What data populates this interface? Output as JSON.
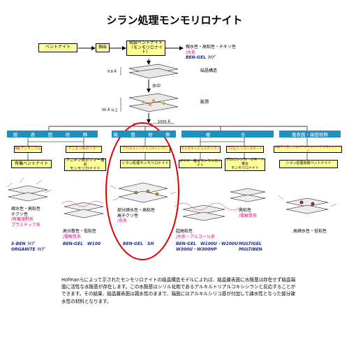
{
  "title": "シラン処理モンモリロナイト",
  "flow": {
    "bentonite": "ベントナイト",
    "extract": "抽出",
    "refined_line1": "精製ベントナイト",
    "refined_line2": "（モンモリロナイト）",
    "refined_props_line1": "親水性・高粘性・チキソ性",
    "refined_props_line2": "/水系",
    "refined_props_line3": "BEN-GEL ﾗｲﾌﾟ",
    "crystal": "結晶構造",
    "d1": "9.8 Å",
    "water": "水中",
    "swelling": "膨潤",
    "d2": "50 Å 以上",
    "d3": "1000 Å"
  },
  "categories": {
    "cat1": "層　表　面　修　飾",
    "cat2": "端　面　修　飾",
    "cat3": "複　　　合",
    "cat4": "層表面・端面修飾"
  },
  "reagents": {
    "r1": "4級アンモニウム",
    "r2": "アニオン系ポリマー",
    "r3": "アルキルトリアルコキシシラン",
    "r4": "カルボキシビニルポリマー",
    "r5": "プロピレンカーボネート",
    "r6": "4級アンモニウム+アルキルトリアルコキシシラン"
  },
  "products": {
    "p1": "有機ベントナイト",
    "p2_line1": "アニオン系ポリマー複合",
    "p2_line2": "モンモリロナイト",
    "p3": "シラン処理モンモリロナイト",
    "p4": "ポリマー複合モンモリロナイト",
    "p5_line1": "プロピレンカーボネート複合",
    "p5_line2": "モンモリロナイト",
    "p6": "シラン処理有機ベントナイト"
  },
  "properties": {
    "g1": [
      "疎水性・高粘性",
      "チクソ性",
      "/有機溶剤系",
      "プラスチック系"
    ],
    "g1_products": [
      "S-BEN ﾗｲﾌﾟ",
      "ORGANITE ﾗｲﾌﾟ"
    ],
    "g2": [
      "高分散性・低粘性",
      "/電解質系"
    ],
    "g2_products": [
      "BEN-GEL　W100"
    ],
    "g3": [
      "部分疎水性・高粘性",
      "高チクソ性",
      "/水系"
    ],
    "g3_products": [
      "BEN-GEL　SH"
    ],
    "g4": [
      "超高粘性",
      "/水系・アルコール系"
    ],
    "g4_products": [
      "BEN-GEL　W100U・W200U",
      "W300U・W300HP"
    ],
    "g5": [
      "高粘性",
      "/電解質系"
    ],
    "g5_products": [
      "MULTIGEL",
      "MULTIBEN"
    ],
    "g6": [
      "高疎水性・低粘性"
    ]
  },
  "note": "Hofmanらによって示されたモンモリロナイトの結晶構造モデルによれば、結晶層表面に水酸基は存在せず結晶端面に活性な水酸基が存在します。この水酸基はシリル化剤であるアルキルトリアルコキシシランと反応することができます。その結果、結晶層表面は親水性のままで、端面にはアルキルシリコ基が付加して疎水性となった部分疎水性の材料となります。"
}
